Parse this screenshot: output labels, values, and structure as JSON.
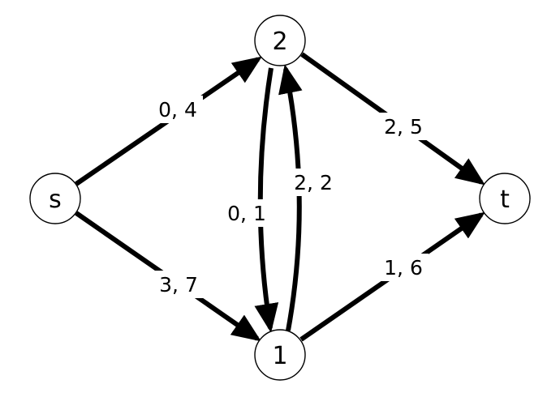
{
  "nodes": {
    "s": "s",
    "n2": "2",
    "n1": "1",
    "t": "t"
  },
  "edges": {
    "s_2": "0, 4",
    "s_1": "3, 7",
    "2_1": "0, 1",
    "1_2": "2, 2",
    "2_t": "2, 5",
    "1_t": "1, 6"
  }
}
